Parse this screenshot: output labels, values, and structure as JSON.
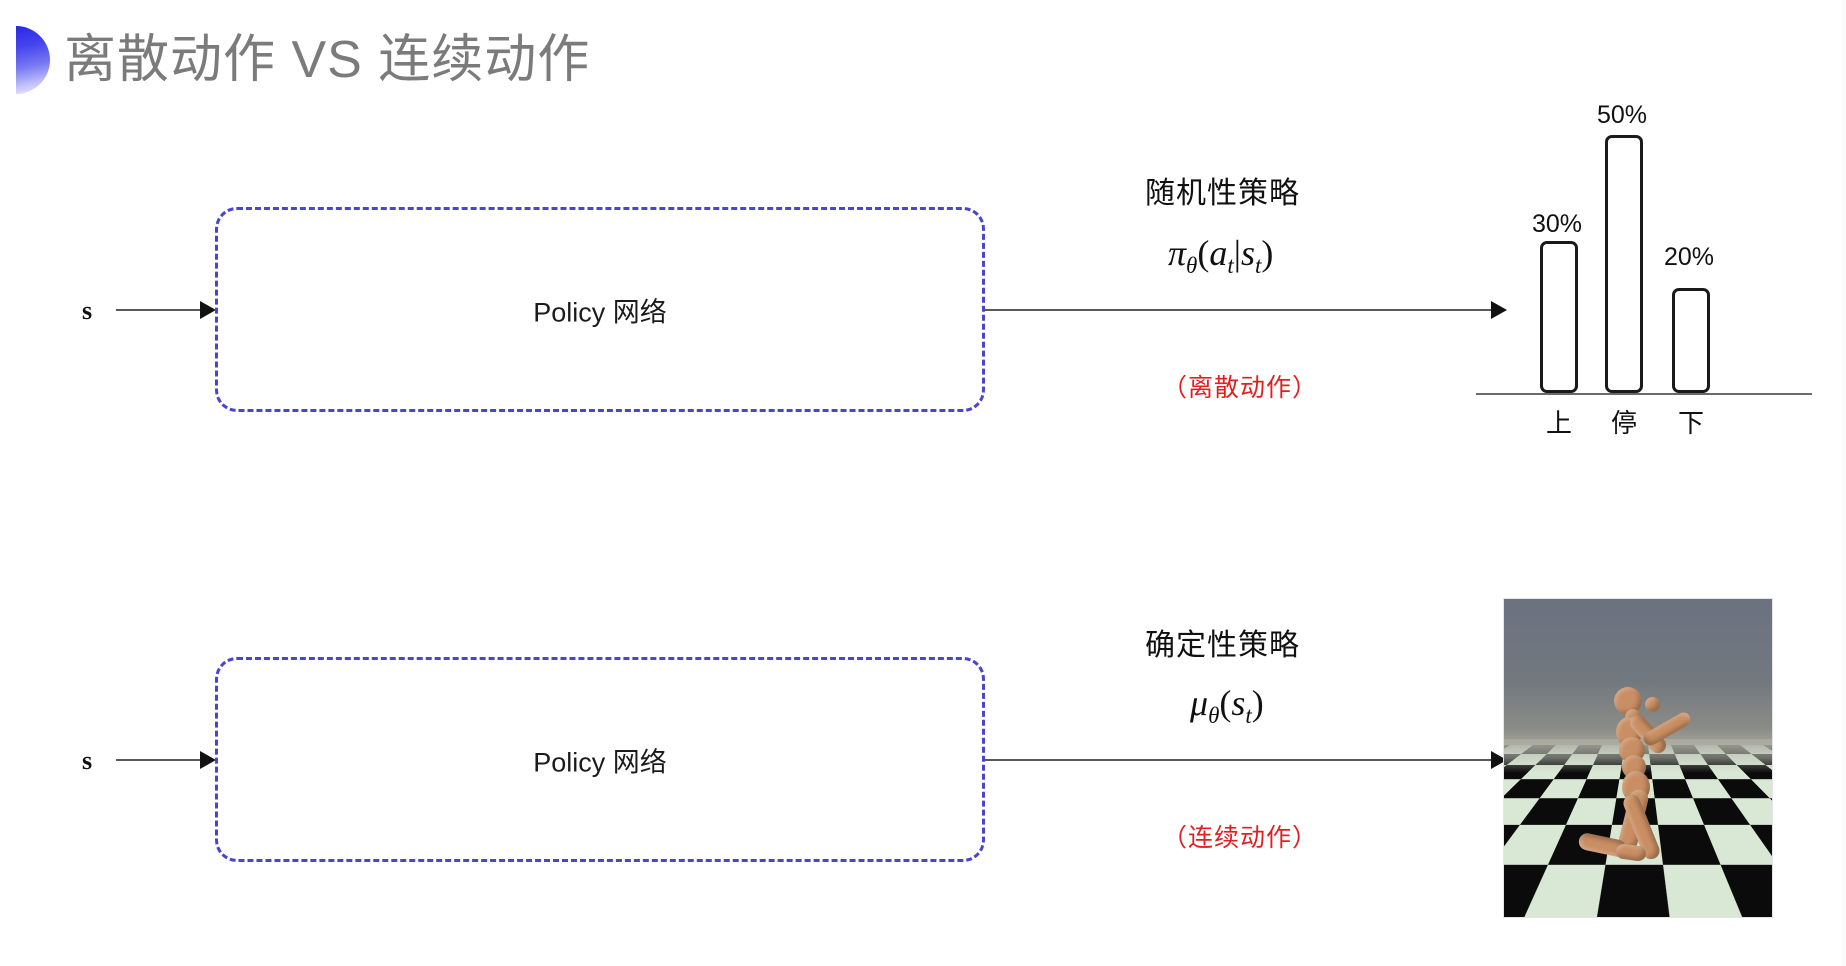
{
  "slide": {
    "title": "离散动作 VS 连续动作",
    "background_color": "#ffffff",
    "title_color": "#7b7b7b",
    "accent_color": "#2727e6",
    "note_color": "#e02020",
    "box_border_color": "#4a45cf"
  },
  "rows": [
    {
      "id": "discrete",
      "state_label": "s",
      "box_label": "Policy 网络",
      "policy_kind": "随机性策略",
      "formula_plain": "πθ(at|st)",
      "formula_parts": {
        "fn": "π",
        "theta": "θ",
        "open": "(",
        "a": "a",
        "a_sub": "t",
        "bar": "|",
        "s": "s",
        "s_sub": "t",
        "close": ")"
      },
      "note": "（离散动作）"
    },
    {
      "id": "continuous",
      "state_label": "s",
      "box_label": "Policy 网络",
      "policy_kind": "确定性策略",
      "formula_plain": "μθ(st)",
      "formula_parts": {
        "fn": "μ",
        "theta": "θ",
        "open": "(",
        "s": "s",
        "s_sub": "t",
        "close": ")"
      },
      "note": "（连续动作）"
    }
  ],
  "chart_data": {
    "type": "bar",
    "title": "",
    "categories": [
      "上",
      "停",
      "下"
    ],
    "values": [
      30,
      50,
      20
    ],
    "value_labels": [
      "30%",
      "50%",
      "20%"
    ],
    "xlabel": "",
    "ylabel": "",
    "ylim": [
      0,
      55
    ],
    "grid": false,
    "legend": "none",
    "bar_style": "outlined-rounded",
    "bar_fill": "#ffffff",
    "bar_stroke": "#1a1a1a",
    "axis_color": "#6a6a6a"
  },
  "figure": {
    "caption": "",
    "alt_name": "mujoco-humanoid-on-checkerboard-floor",
    "sky_color": "#6b7280",
    "floor_colors": [
      "#0b0b0b",
      "#d9e8d4"
    ],
    "body_color": "#c98e63"
  }
}
